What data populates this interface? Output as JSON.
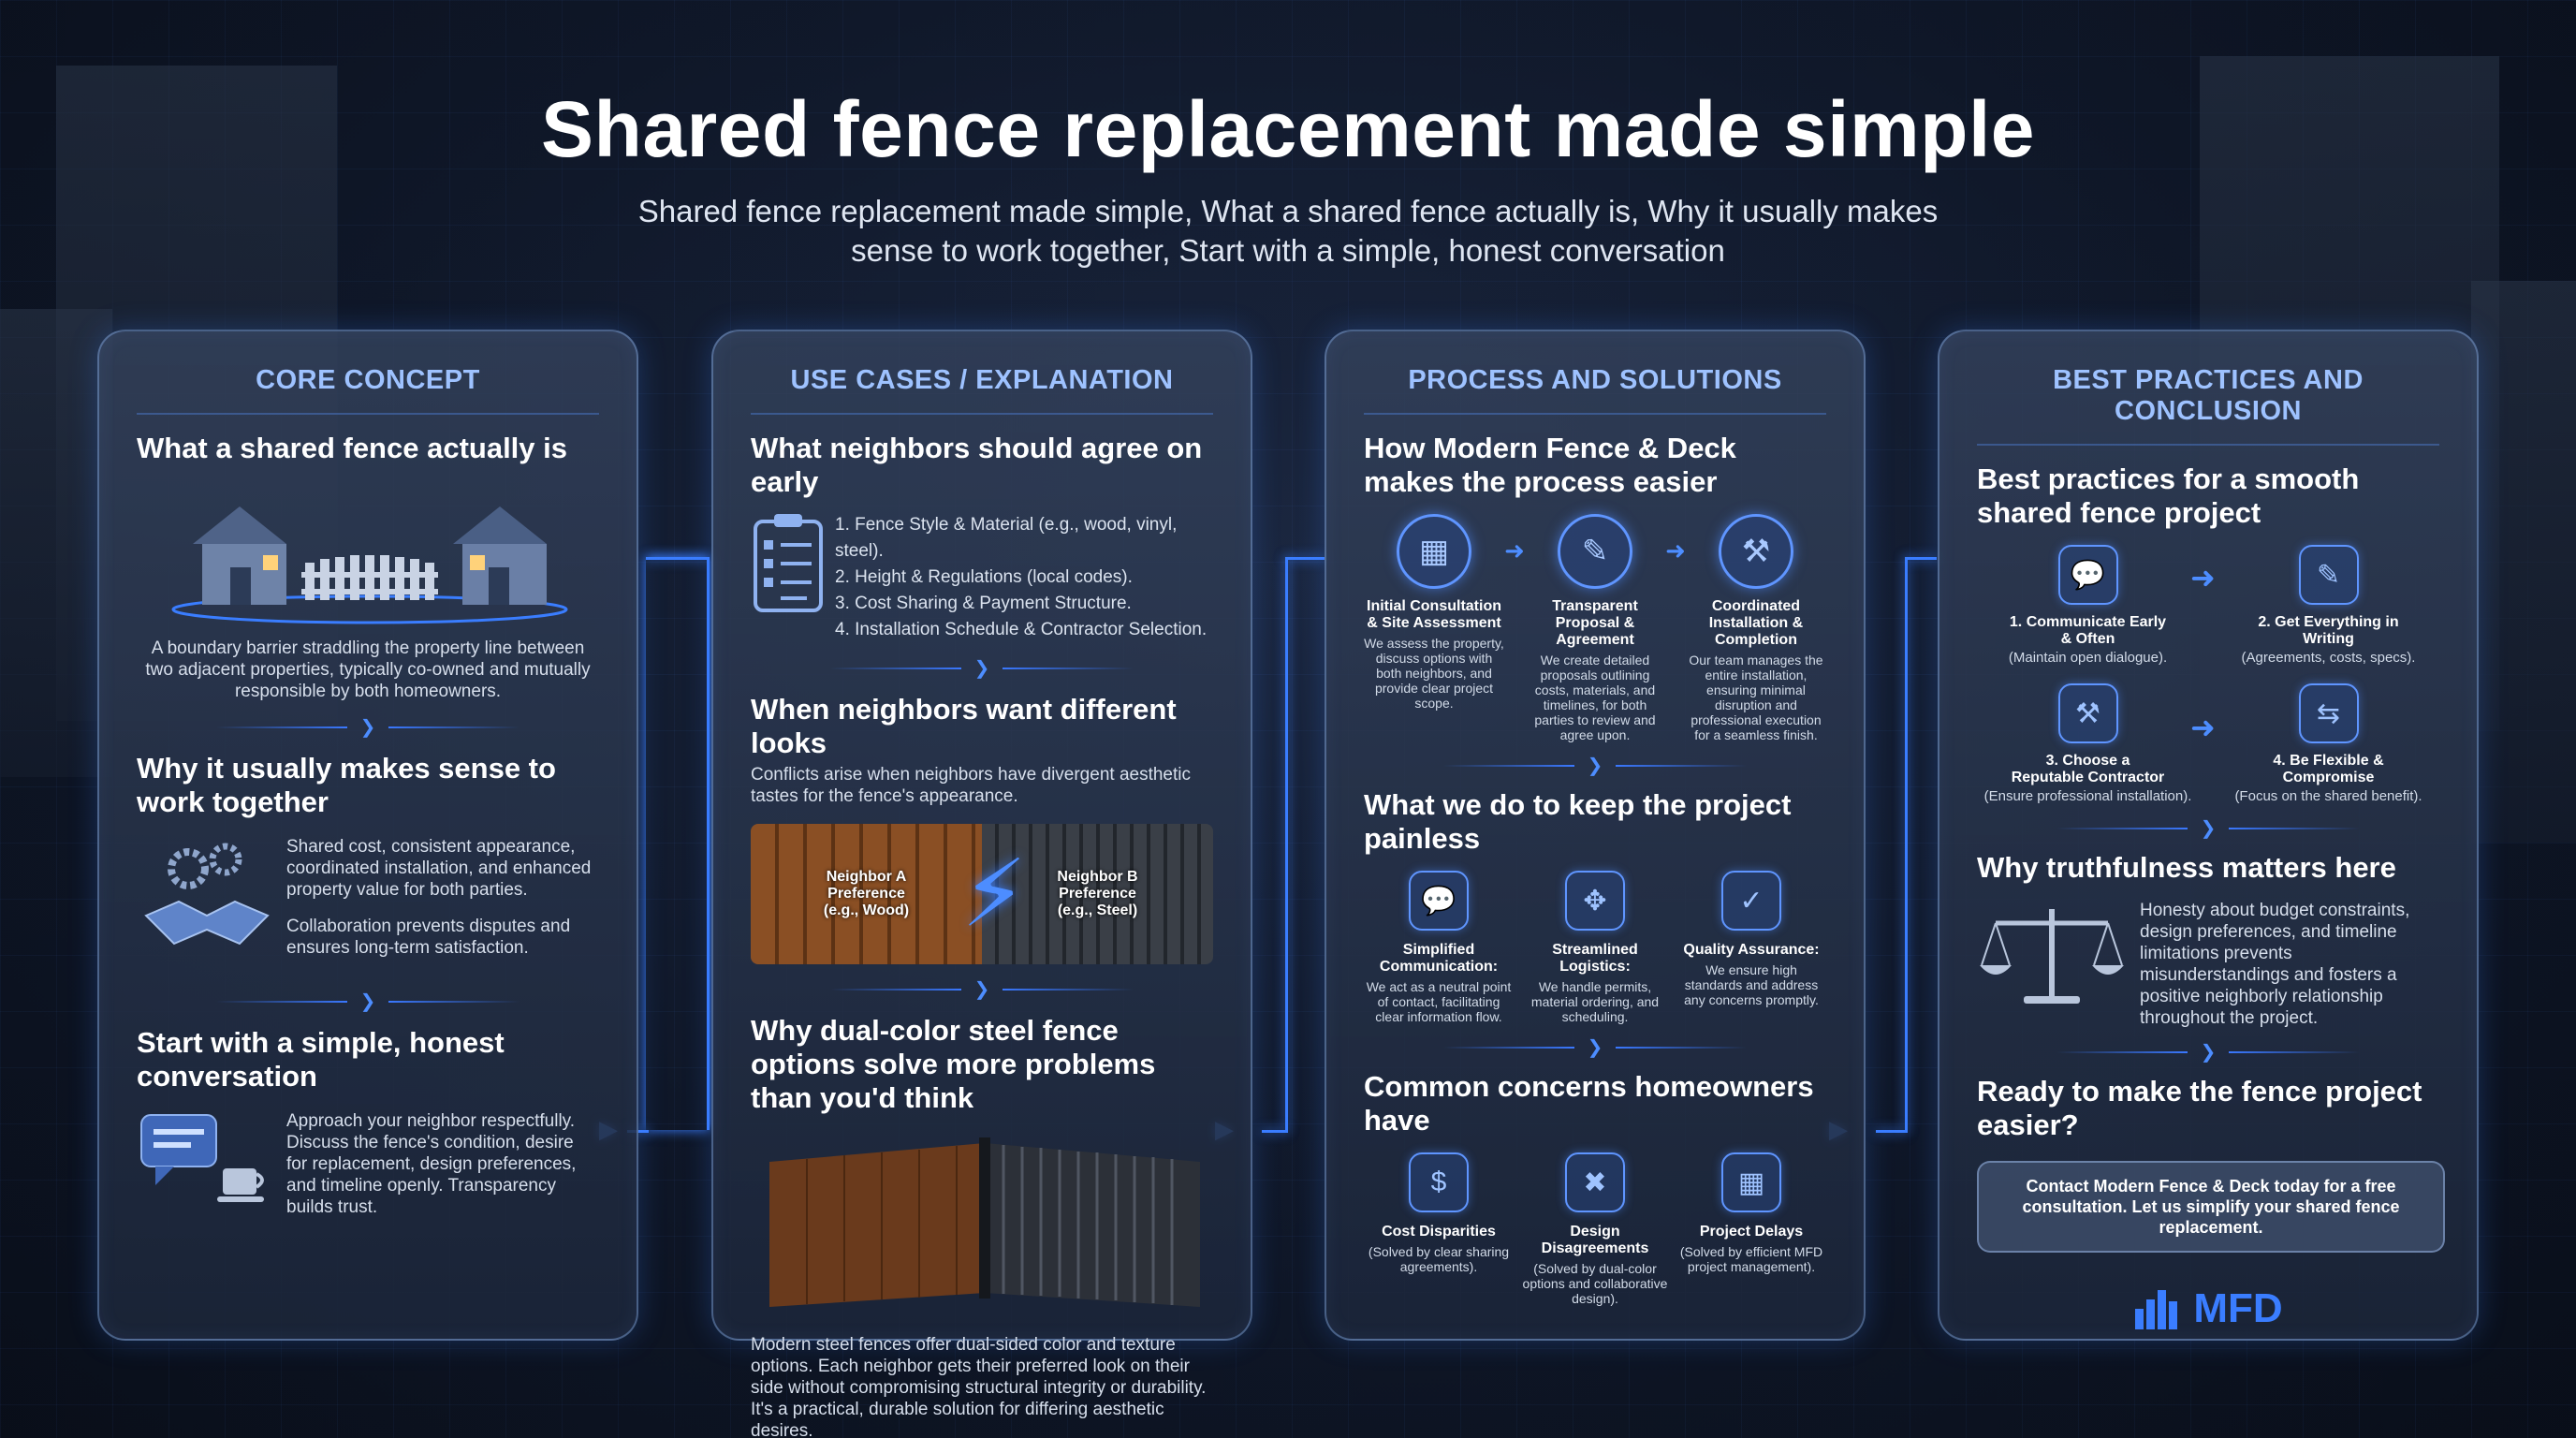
{
  "header": {
    "title": "Shared fence replacement made simple",
    "subtitle": "Shared fence replacement made simple, What a shared fence actually is, Why it usually makes sense to work together, Start with a simple, honest conversation"
  },
  "colors": {
    "accent": "#3a7dff",
    "header_text": "#9ec2ff",
    "background": "#0f1728"
  },
  "panel1": {
    "header": "CORE CONCEPT",
    "sec1_title": "What a shared fence actually is",
    "sec1_text": "A boundary barrier straddling the property line between two adjacent properties, typically co-owned and mutually responsible by both homeowners.",
    "sec2_title": "Why it usually makes sense to work together",
    "sec2_text_a": "Shared cost, consistent appearance, coordinated installation, and enhanced property value for both parties.",
    "sec2_text_b": "Collaboration prevents disputes and ensures long-term satisfaction.",
    "sec3_title": "Start with a simple, honest conversation",
    "sec3_text": "Approach your neighbor respectfully. Discuss the fence's condition, desire for replacement, design preferences, and timeline openly. Transparency builds trust.",
    "icons": [
      "houses-fence-icon",
      "gears-handshake-icon",
      "chat-coffee-icon"
    ]
  },
  "panel2": {
    "header": "USE CASES / EXPLANATION",
    "sec1_title": "What neighbors should agree on early",
    "list": [
      "1. Fence Style & Material (e.g., wood, vinyl, steel).",
      "2. Height & Regulations (local codes).",
      "3. Cost Sharing & Payment Structure.",
      "4. Installation Schedule & Contractor Selection."
    ],
    "sec2_title": "When neighbors want different looks",
    "sec2_text": "Conflicts arise when neighbors have divergent aesthetic tastes for the fence's appearance.",
    "neighbor_a": "Neighbor A Preference (e.g., Wood)",
    "neighbor_b": "Neighbor B Preference (e.g., Steel)",
    "sec3_title": "Why dual-color steel fence options solve more problems than you'd think",
    "sec3_text": "Modern steel fences offer dual-sided color and texture options. Each neighbor gets their preferred look on their side without compromising structural integrity or durability. It's a practical, durable solution for differing aesthetic desires."
  },
  "panel3": {
    "header": "PROCESS AND SOLUTIONS",
    "sec1_title": "How Modern Fence & Deck makes the process easier",
    "steps": [
      {
        "title": "Initial Consultation & Site Assessment",
        "text": "We assess the property, discuss options with both neighbors, and provide clear project scope.",
        "icon": "blueprint-icon"
      },
      {
        "title": "Transparent Proposal & Agreement",
        "text": "We create detailed proposals outlining costs, materials, and timelines, for both parties to review and agree upon.",
        "icon": "document-pen-icon"
      },
      {
        "title": "Coordinated Installation & Completion",
        "text": "Our team manages the entire installation, ensuring minimal disruption and professional execution for a seamless finish.",
        "icon": "tools-icon"
      }
    ],
    "sec2_title": "What we do to keep the project painless",
    "painless": [
      {
        "title": "Simplified Communication:",
        "text": "We act as a neutral point of contact, facilitating clear information flow.",
        "icon": "chat-icon"
      },
      {
        "title": "Streamlined Logistics:",
        "text": "We handle permits, material ordering, and scheduling.",
        "icon": "arrows-move-icon"
      },
      {
        "title": "Quality Assurance:",
        "text": "We ensure high standards and address any concerns promptly.",
        "icon": "shield-check-icon"
      }
    ],
    "sec3_title": "Common concerns homeowners have",
    "concerns": [
      {
        "title": "Cost Disparities",
        "text": "(Solved by clear sharing agreements).",
        "icon": "money-bag-icon"
      },
      {
        "title": "Design Disagreements",
        "text": "(Solved by dual-color options and collaborative design).",
        "icon": "design-tools-icon"
      },
      {
        "title": "Project Delays",
        "text": "(Solved by efficient MFD project management).",
        "icon": "calendar-icon"
      }
    ]
  },
  "panel4": {
    "header": "BEST PRACTICES AND CONCLUSION",
    "sec1_title": "Best practices for a smooth shared fence project",
    "practices": [
      {
        "title": "1. Communicate Early & Often",
        "text": "(Maintain open dialogue).",
        "icon": "chat-icon"
      },
      {
        "title": "2. Get Everything in Writing",
        "text": "(Agreements, costs, specs).",
        "icon": "document-pen-icon"
      },
      {
        "title": "3. Choose a Reputable Contractor",
        "text": "(Ensure professional installation).",
        "icon": "tools-icon"
      },
      {
        "title": "4. Be Flexible & Compromise",
        "text": "(Focus on the shared benefit).",
        "icon": "swap-arrows-icon"
      }
    ],
    "sec2_title": "Why truthfulness matters here",
    "sec2_text": "Honesty about budget constraints, design preferences, and timeline limitations prevents misunderstandings and fosters a positive neighborly relationship throughout the project.",
    "sec3_title": "Ready to make the fence project easier?",
    "cta": "Contact Modern Fence & Deck today for a free consultation. Let us simplify your shared fence replacement.",
    "logo": "MFD"
  }
}
